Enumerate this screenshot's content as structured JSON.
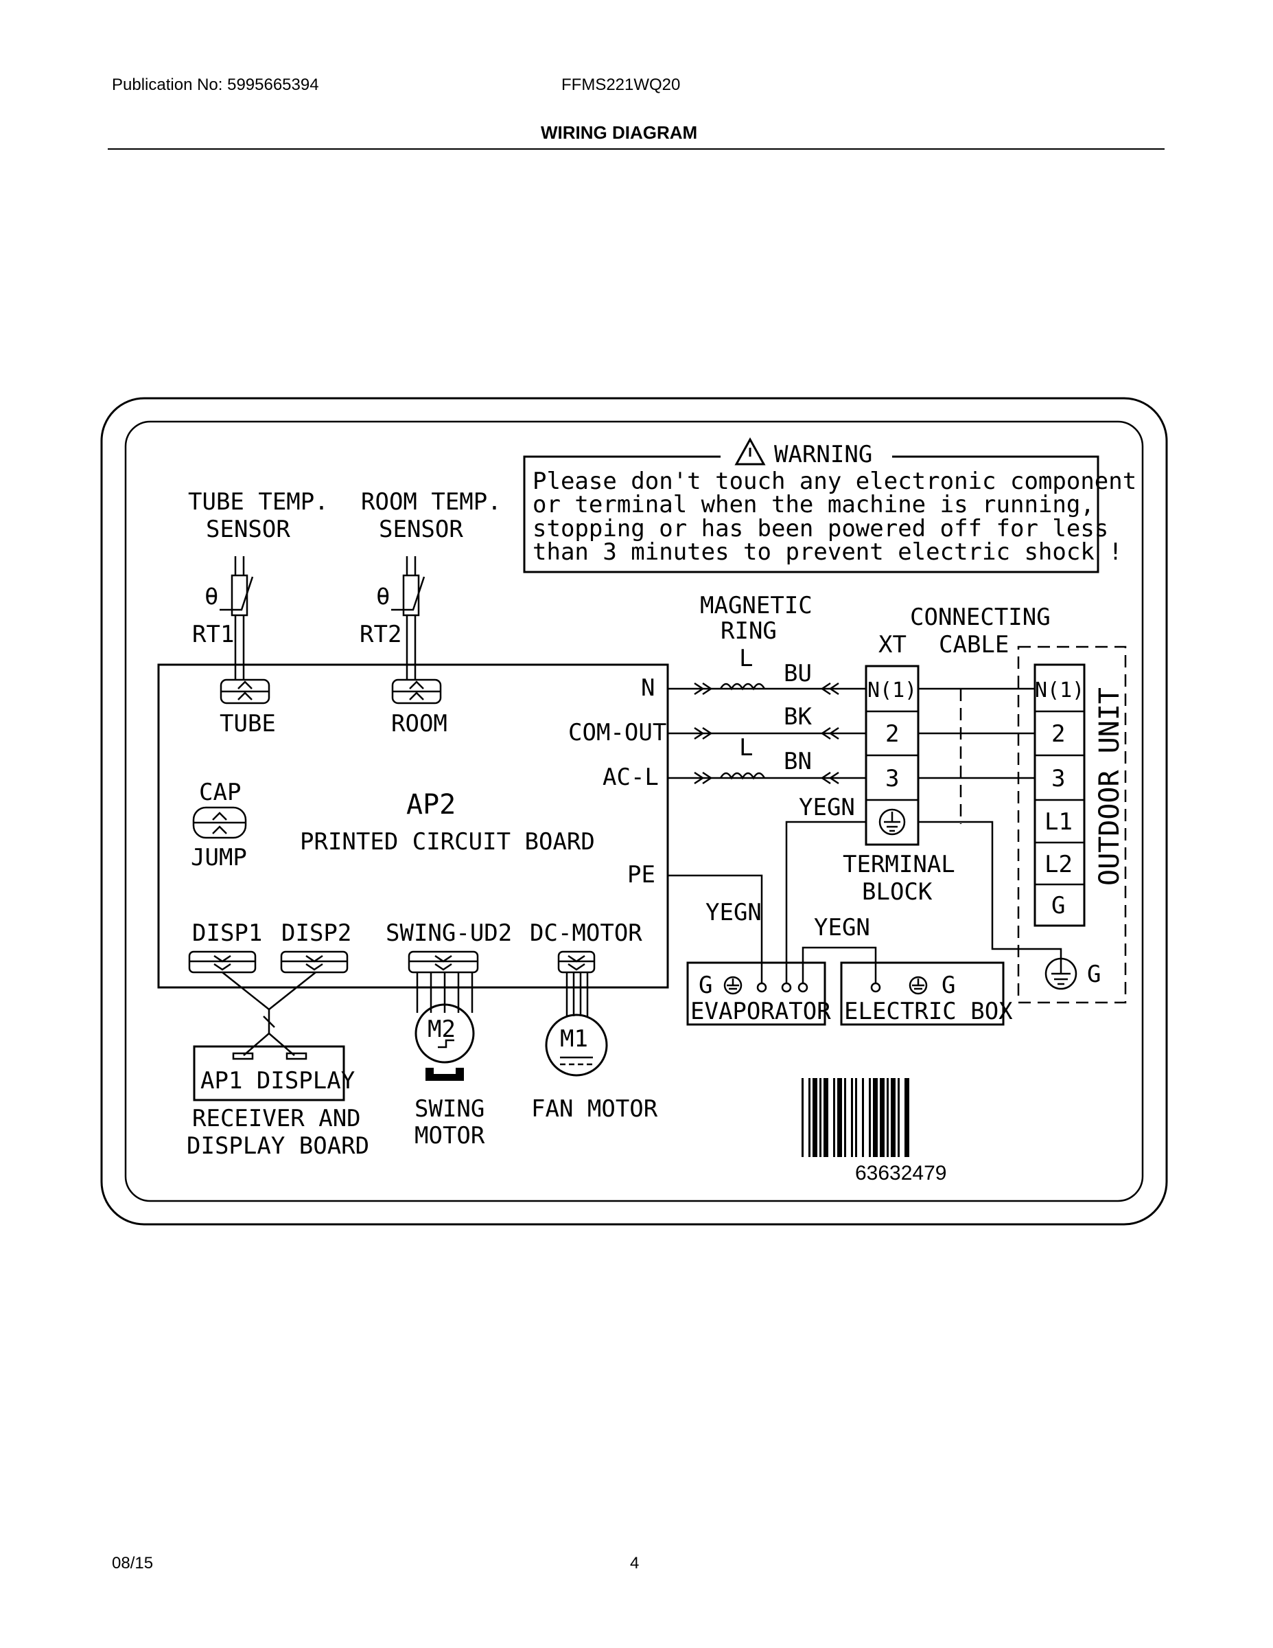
{
  "header": {
    "publication": "Publication No: 5995665394",
    "model": "FFMS221WQ20",
    "title": "WIRING DIAGRAM"
  },
  "footer": {
    "date": "08/15",
    "page": "4"
  },
  "warning": {
    "title": "WARNING",
    "lines": [
      "Please don't touch any electronic component",
      "or terminal when the machine is running,",
      "stopping or has been powered off for less",
      "than 3 minutes to prevent electric shock !"
    ]
  },
  "sensors": {
    "tube_l1": "TUBE TEMP.",
    "tube_l2": "SENSOR",
    "rt1": "RT1",
    "tube_conn": "TUBE",
    "room_l1": "ROOM TEMP.",
    "room_l2": "SENSOR",
    "rt2": "RT2",
    "room_conn": "ROOM",
    "theta": "θ"
  },
  "board": {
    "cap": "CAP",
    "jump": "JUMP",
    "ap2": "AP2",
    "pcb": "PRINTED CIRCUIT BOARD",
    "n": "N",
    "com_out": "COM-OUT",
    "ac_l": "AC-L",
    "pe": "PE",
    "disp1": "DISP1",
    "disp2": "DISP2",
    "swing_ud2": "SWING-UD2",
    "dc_motor": "DC-MOTOR"
  },
  "wiring": {
    "magnetic": "MAGNETIC",
    "ring": "RING",
    "l_top": "L",
    "l_bot": "L",
    "bu": "BU",
    "bk": "BK",
    "bn": "BN",
    "yegn_top": "YEGN",
    "yegn_left": "YEGN",
    "yegn_mid": "YEGN",
    "xt": "XT",
    "connecting": "CONNECTING",
    "cable": "CABLE"
  },
  "terminal_block": {
    "cells": [
      "N(1)",
      "2",
      "3"
    ],
    "terminal": "TERMINAL",
    "block": "BLOCK"
  },
  "outdoor": {
    "cells": [
      "N(1)",
      "2",
      "3",
      "L1",
      "L2",
      "G"
    ],
    "label": "OUTDOOR UNIT",
    "g": "G"
  },
  "grounds": {
    "evap_g": "G",
    "evaporator": "EVAPORATOR",
    "ebox_g": "G",
    "electric_box": "ELECTRIC BOX"
  },
  "components": {
    "ap1": "AP1 DISPLAY",
    "receiver": "RECEIVER AND",
    "display_board": "DISPLAY BOARD",
    "m2": "M2",
    "swing": "SWING",
    "motor": "MOTOR",
    "m1": "M1",
    "fan_motor": "FAN MOTOR"
  },
  "barcode": {
    "number": "63632479"
  }
}
